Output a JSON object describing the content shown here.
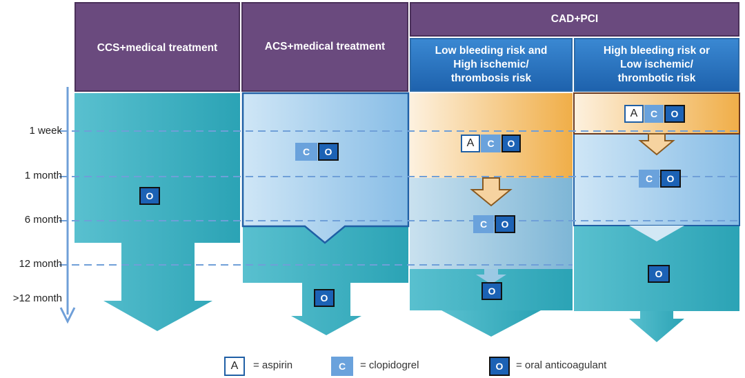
{
  "headers": {
    "ccs": "CCS+medical treatment",
    "acs": "ACS+medical treatment",
    "cadpci": "CAD+PCI",
    "low_bleeding": [
      "Low bleeding risk and",
      "High ischemic/",
      "thrombosis risk"
    ],
    "high_bleeding": [
      "High bleeding risk or",
      "Low ischemic/",
      "thrombotic risk"
    ]
  },
  "time_axis": [
    "1 week",
    "1 month",
    "6 month",
    "12 month",
    ">12 month"
  ],
  "drug_codes": {
    "aspirin": "A",
    "clopidogrel": "C",
    "oral_anticoagulant": "O"
  },
  "legend": [
    {
      "code": "A",
      "label": "= aspirin"
    },
    {
      "code": "C",
      "label": "= clopidogrel"
    },
    {
      "code": "O",
      "label": "= oral anticoagulant"
    }
  ],
  "colors": {
    "header_purple": "#6a4a7e",
    "header_blue": "#2a72c0",
    "teal": "#2eaabb",
    "light_blue": "#a9d0ee",
    "orange": "#f2b456",
    "oac_box": "#1c62b5",
    "clopidogrel_box": "#6aa2dc"
  }
}
